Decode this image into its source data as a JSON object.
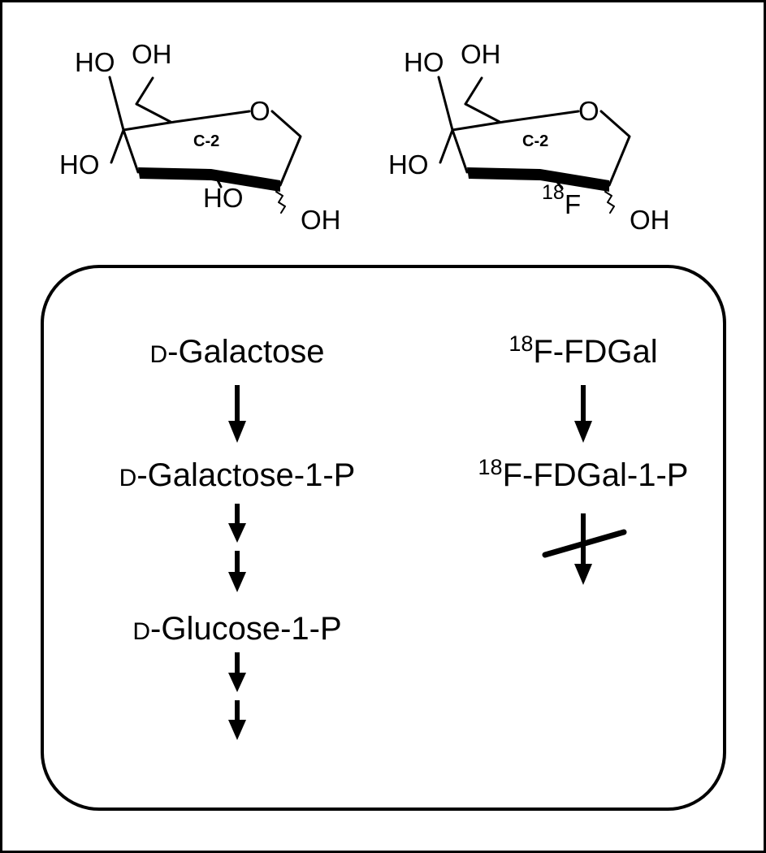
{
  "structures": {
    "galactose": {
      "ho_top": "HO",
      "oh_top": "OH",
      "ring_o": "O",
      "carbon_label": "C-2",
      "ho_left": "HO",
      "ho_c2": "HO",
      "oh_anomeric": "OH"
    },
    "fdgal": {
      "ho_top": "HO",
      "oh_top": "OH",
      "ring_o": "O",
      "carbon_label": "C-2",
      "ho_left": "HO",
      "isotope": "18",
      "fluorine": "F",
      "oh_anomeric": "OH"
    }
  },
  "pathway": {
    "left": {
      "galactose": {
        "prefix": "D",
        "text": "-Galactose"
      },
      "galactose_1p": {
        "prefix": "D",
        "text": "-Galactose-1-P"
      },
      "glucose_1p": {
        "prefix": "D",
        "text": "-Glucose-1-P"
      }
    },
    "right": {
      "fdgal": {
        "sup": "18",
        "text": "F-FDGal"
      },
      "fdgal_1p": {
        "sup": "18",
        "text": "F-FDGal-1-P"
      },
      "blocked": true
    }
  }
}
